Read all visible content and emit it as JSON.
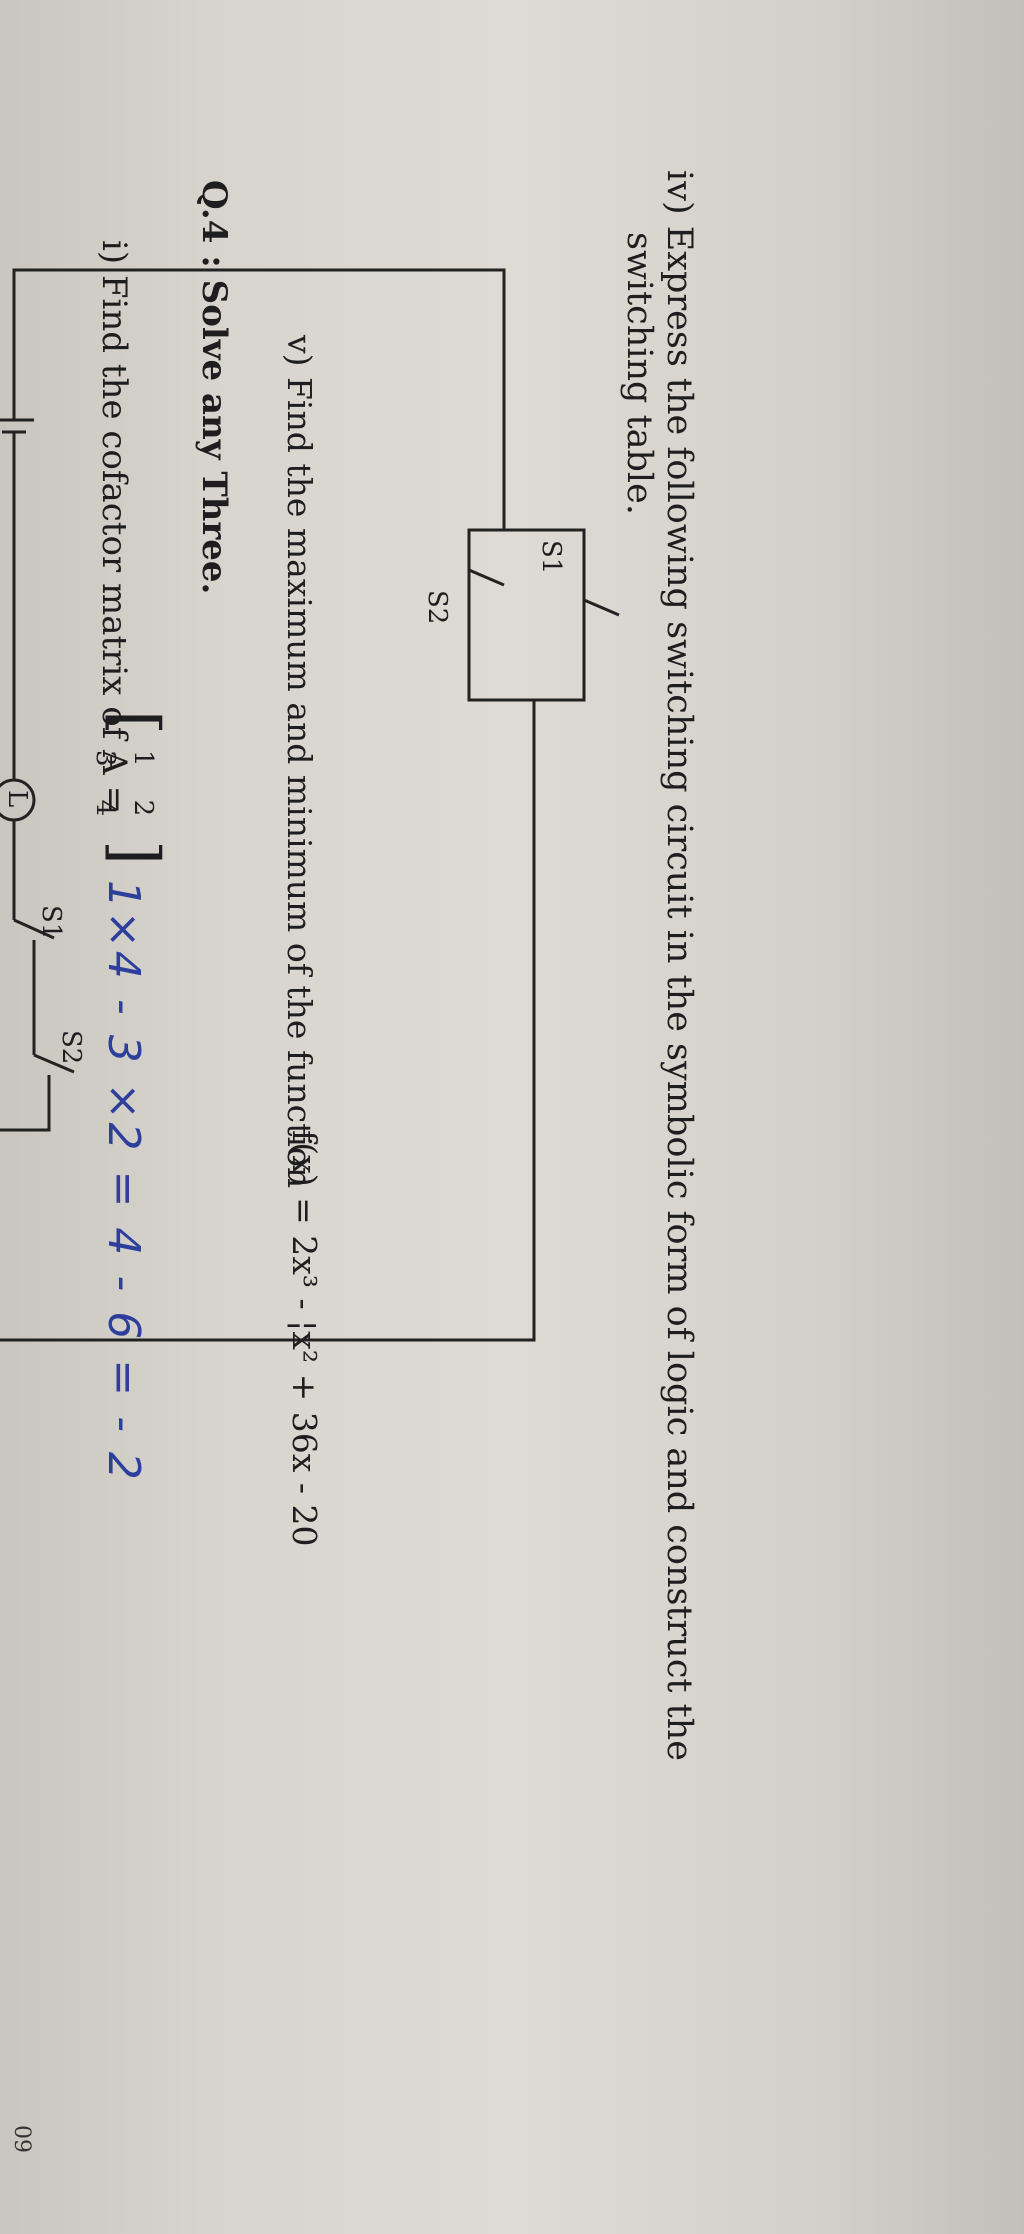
{
  "question_iv": {
    "line1": "iv) Express the following switching circuit in the symbolic form of logic and construct the",
    "line2": "switching table."
  },
  "circuit": {
    "s1_parallel": "S1",
    "s2_parallel": "S2",
    "lamp": "L",
    "s1_series": "S1",
    "s2_series": "S2"
  },
  "question_v": {
    "prefix": "v) Find the maximum and minimum of the function",
    "function": "f(x) = 2x³ - ¦x² + 36x - 20"
  },
  "question_4": {
    "heading": "Q.4 : Solve any Three.",
    "part_i": "i) Find the cofactor matrix of A =",
    "matrix_row1": "1    2",
    "matrix_row2": "3    4"
  },
  "handwriting": {
    "work": "1×4 - 3 ×2 = 4 - 6 = - 2"
  },
  "edge": {
    "mark": "09"
  }
}
